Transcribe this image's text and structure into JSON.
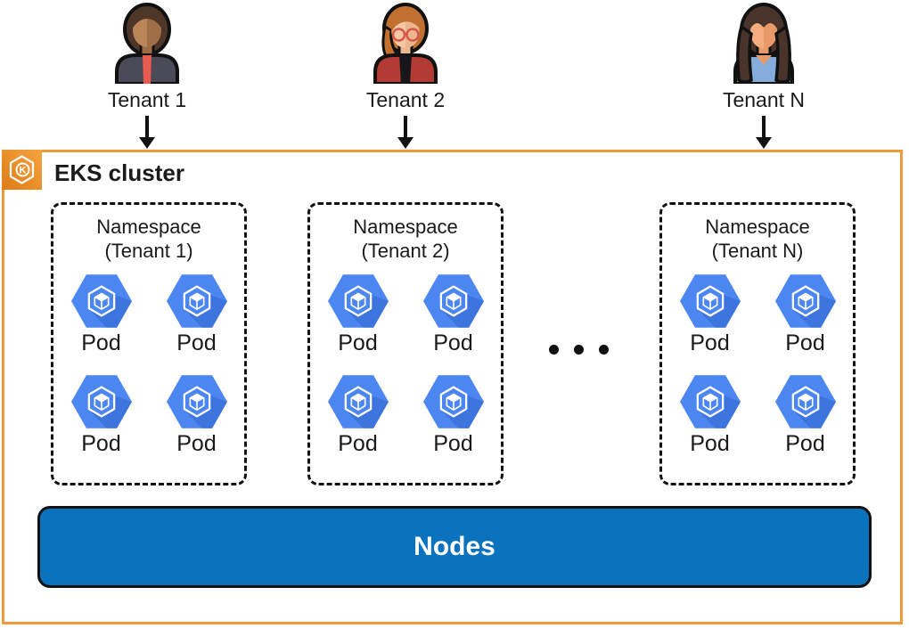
{
  "colors": {
    "cluster_border_orange": "#F0993B",
    "eks_icon_orange_dark": "#DD7B17",
    "eks_icon_orange_light": "#F6A440",
    "pod_hex_blue": "#4C86F0",
    "pod_hex_shadow": "#3D74DE",
    "nodes_bar_blue": "#0B72BE",
    "outline_black": "#111111"
  },
  "tenants": [
    {
      "label": "Tenant 1",
      "avatar_icon": "tenant-1-avatar-icon",
      "arrow_icon": "down-arrow-icon"
    },
    {
      "label": "Tenant 2",
      "avatar_icon": "tenant-2-avatar-icon",
      "arrow_icon": "down-arrow-icon"
    },
    {
      "label": "Tenant N",
      "avatar_icon": "tenant-n-avatar-icon",
      "arrow_icon": "down-arrow-icon"
    }
  ],
  "cluster": {
    "label": "EKS cluster",
    "icon": "eks-kubernetes-icon",
    "eks_icon_letter": "K",
    "namespaces": [
      {
        "title": "Namespace",
        "subtitle": "(Tenant 1)",
        "pods": [
          "Pod",
          "Pod",
          "Pod",
          "Pod"
        ]
      },
      {
        "title": "Namespace",
        "subtitle": "(Tenant 2)",
        "pods": [
          "Pod",
          "Pod",
          "Pod",
          "Pod"
        ]
      },
      {
        "title": "Namespace",
        "subtitle": "(Tenant N)",
        "pods": [
          "Pod",
          "Pod",
          "Pod",
          "Pod"
        ]
      }
    ],
    "ellipsis_icon": "horizontal-ellipsis-icon",
    "nodes": {
      "label": "Nodes"
    }
  }
}
